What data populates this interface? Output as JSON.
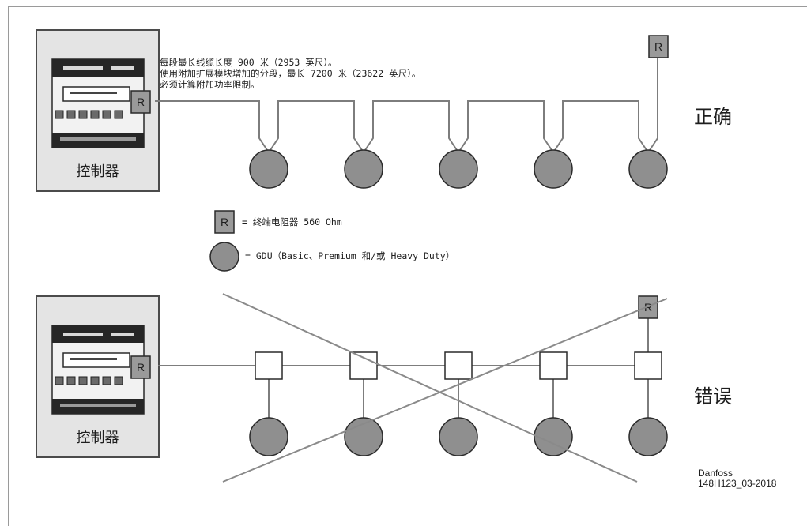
{
  "diagram": {
    "controller_label": "控制器",
    "resistor_symbol": "R",
    "notes": [
      "每段最长线缆长度 900 米（2953 英尺）。",
      "使用附加扩展模块增加的分段，最长 7200 米（23622 英尺）。",
      "必须计算附加功率限制。"
    ],
    "legend": {
      "resistor": "= 终端电阻器 560 Ohm",
      "gdu": "= GDU（Basic、Premium 和/或 Heavy Duty）"
    },
    "verdict_correct": "正确",
    "verdict_wrong": "错误",
    "credit": {
      "line1": "Danfoss",
      "line2": "148H123_03-2018"
    },
    "colors": {
      "wire": "#7d7d7d",
      "gdu_fill": "#8f8f8f",
      "resistor_fill": "#9a9a9a",
      "controller_panel": "#e4e4e4"
    }
  }
}
